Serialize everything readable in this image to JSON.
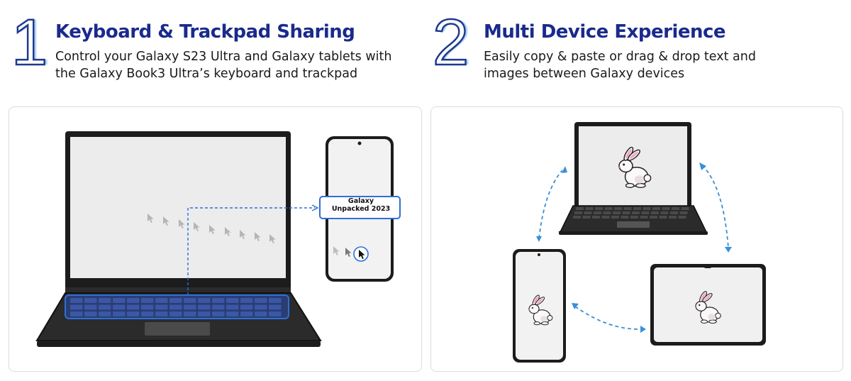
{
  "sections": [
    {
      "number": "1",
      "title": "Keyboard & Trackpad Sharing",
      "description_line1": "Control your Galaxy S23 Ultra and Galaxy tablets with",
      "description_line2": "the Galaxy Book3 Ultra’s keyboard and trackpad"
    },
    {
      "number": "2",
      "title": "Multi Device Experience",
      "description_line1": "Easily copy & paste or drag & drop text and",
      "description_line2": "images between Galaxy devices"
    }
  ],
  "phone_screen": {
    "line1": "Galaxy",
    "line2": "Unpacked 2023"
  },
  "colors": {
    "title": "#1a2a8c",
    "number_outline": "#1d3a8f",
    "number_fill": "#b8d6f4",
    "accent_blue": "#2e6fd8",
    "device_dark": "#1c1c1c",
    "screen_gray": "#eeeeee"
  },
  "icons": [
    "rabbit-icon",
    "cursor-icon"
  ]
}
